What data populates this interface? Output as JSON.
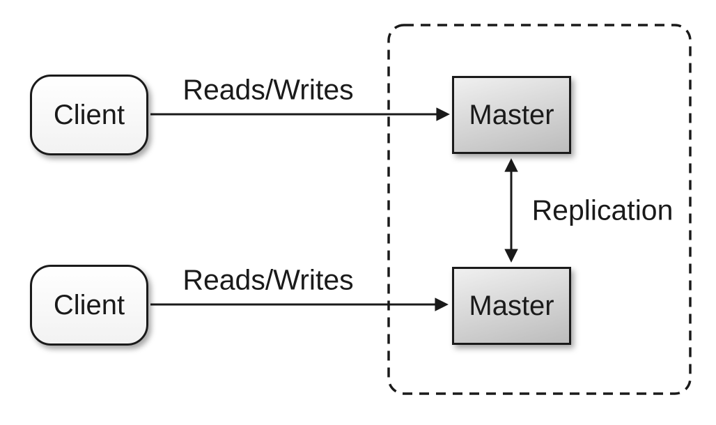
{
  "colors": {
    "background": "#ffffff",
    "line": "#1a1a1a",
    "text": "#1a1a1a",
    "client-fill-top": "#ffffff",
    "client-fill-bottom": "#f2f2f2",
    "master-fill-top": "#f0f0f0",
    "master-fill-bottom": "#bcbcbc"
  },
  "nodes": {
    "client_top": "Client",
    "client_bottom": "Client",
    "master_top": "Master",
    "master_bottom": "Master"
  },
  "edges": {
    "client_top_to_master_top": "Reads/Writes",
    "client_bottom_to_master_bottom": "Reads/Writes",
    "master_to_master": "Replication"
  }
}
